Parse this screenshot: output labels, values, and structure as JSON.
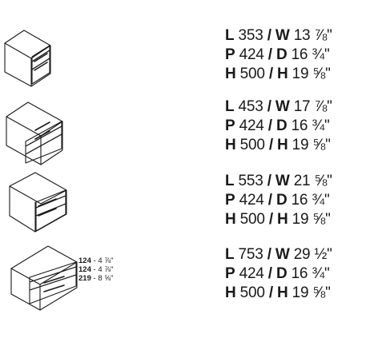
{
  "products": [
    {
      "id": "chest-353",
      "L": "353",
      "W": "13 ⅞\"",
      "P": "424",
      "D": "16 ¾\"",
      "H": "500",
      "H_in": "19 ⅝\""
    },
    {
      "id": "chest-453",
      "L": "453",
      "W": "17 ⅞\"",
      "P": "424",
      "D": "16 ¾\"",
      "H": "500",
      "H_in": "19 ⅝\""
    },
    {
      "id": "chest-553",
      "L": "553",
      "W": "21 ⅝\"",
      "P": "424",
      "D": "16 ¾\"",
      "H": "500",
      "H_in": "19 ⅝\""
    },
    {
      "id": "chest-753",
      "L": "753",
      "W": "29 ½\"",
      "P": "424",
      "D": "16 ¾\"",
      "H": "500",
      "H_in": "19 ⅝\""
    }
  ],
  "labels": {
    "L": "L",
    "W": "W",
    "P": "P",
    "D": "D",
    "H": "H",
    "sep": " / "
  },
  "drawer_callouts": [
    {
      "mm": "124",
      "sep": " - ",
      "inch": "4 ⅞\""
    },
    {
      "mm": "124",
      "sep": " - ",
      "inch": "4 ⅞\""
    },
    {
      "mm": "219",
      "sep": " - ",
      "inch": "8 ⅝\""
    }
  ],
  "icons": [
    "three-drawer-chest-icon"
  ],
  "colors": {
    "line": "#1a1a1a",
    "background": "#ffffff"
  }
}
